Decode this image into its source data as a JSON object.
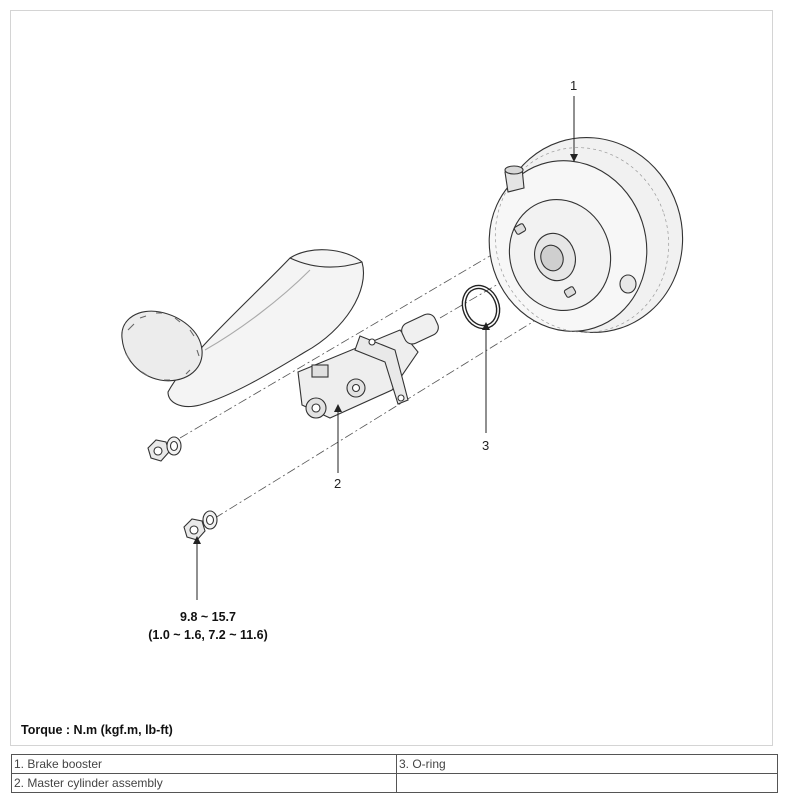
{
  "callouts": {
    "booster": "1",
    "master_cylinder": "2",
    "o_ring": "3"
  },
  "torque_spec": {
    "value_nm": "9.8 ~ 15.7",
    "value_other": "(1.0 ~ 1.6, 7.2 ~ 11.6)"
  },
  "torque_unit_label": "Torque : N.m (kgf.m, lb-ft)",
  "legend": {
    "rows": [
      [
        "1. Brake booster",
        "3. O-ring"
      ],
      [
        "2. Master cylinder assembly",
        ""
      ]
    ]
  }
}
